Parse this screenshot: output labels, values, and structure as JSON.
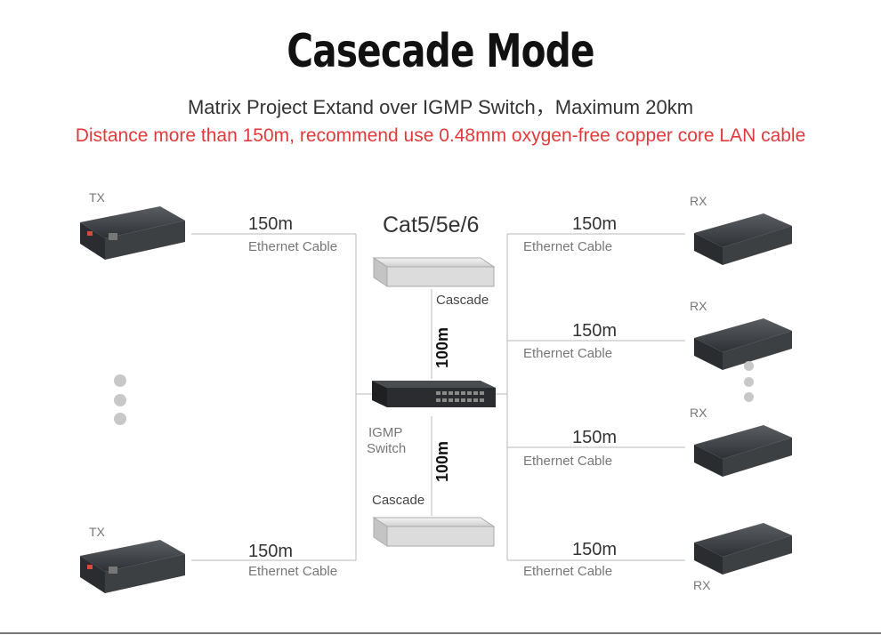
{
  "header": {
    "title": "Casecade Mode",
    "subtitle": "Matrix Project Extand over IGMP Switch，Maximum 20km",
    "note": "Distance more than 150m, recommend use 0.48mm oxygen-free copper core LAN cable"
  },
  "left": {
    "tx_label": "TX",
    "distance": "150m",
    "cable": "Ethernet Cable"
  },
  "right": {
    "rx_label": "RX",
    "distance": "150m",
    "cable": "Ethernet Cable"
  },
  "center": {
    "cat_label": "Cat5/5e/6",
    "cascade_label": "Cascade",
    "vertical_distance": "100m",
    "igmp_line1": "IGMP",
    "igmp_line2": "Switch"
  },
  "colors": {
    "note_red": "#e23a3a",
    "device_dark": "#3a3d40",
    "line_gray": "#b8b8b8"
  }
}
